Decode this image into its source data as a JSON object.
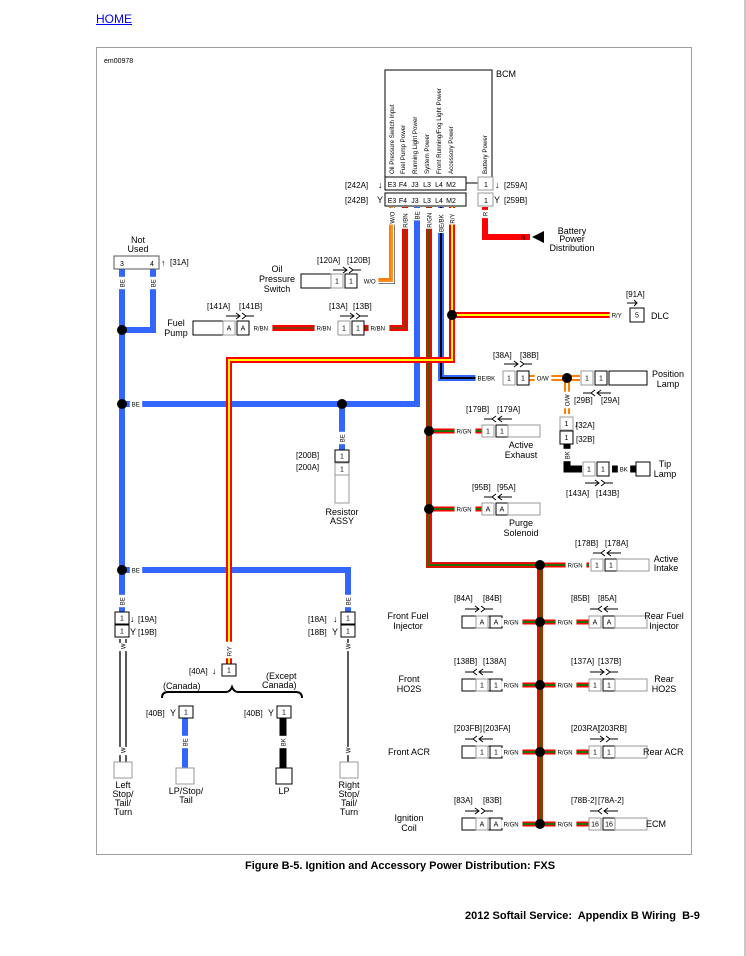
{
  "nav": {
    "home_label": "HOME"
  },
  "figure": {
    "id_label": "em00978",
    "caption": "Figure B-5. Ignition and Accessory Power Distribution: FXS",
    "footer": "2012 Softail Service:  Appendix B Wiring  B-9"
  },
  "colors": {
    "red": "#ff0000",
    "blue": "#3366ff",
    "orange": "#ff7f00",
    "green": "#008000",
    "yellow": "#ffff00",
    "brown": "#8b3a0f",
    "black": "#000000",
    "white": "#ffffff"
  },
  "bcm": {
    "title": "BCM",
    "functions": [
      "Oil Pressure Switch Input",
      "Fuel Pump Power",
      "Running Light Power",
      "System Power",
      "Front Running/Fog Light Power",
      "Accessory Power"
    ],
    "battery_function": "Battery Power",
    "pins": [
      "E3",
      "F4",
      "J3",
      "L3",
      "L4",
      "M2"
    ],
    "battery_pin": "1",
    "connector_a": "[242A]",
    "connector_b": "[242B]",
    "battery_connector_a": "[259A]",
    "battery_connector_b": "[259B]",
    "wires": [
      "W/O",
      "R/BN",
      "BE",
      "R/GN",
      "BE/BK",
      "R/Y"
    ],
    "battery_wire": "R"
  },
  "battery_power": {
    "label_lines": [
      "Battery",
      "Power",
      "Distribution"
    ],
    "wire": "R"
  },
  "not_used": {
    "label_lines": [
      "Not",
      "Used"
    ],
    "pins": [
      "3",
      "4"
    ],
    "connector": "[31A]",
    "wire": "BE"
  },
  "oil_pressure_switch": {
    "label_lines": [
      "Oil",
      "Pressure",
      "Switch"
    ],
    "connectors": [
      "[120A]",
      "[120B]"
    ],
    "pin": "1",
    "wire": "W/O"
  },
  "fuel_pump": {
    "label_lines": [
      "Fuel",
      "Pump"
    ],
    "connectors": [
      "[141A]",
      "[141B]"
    ],
    "pin": "A",
    "wire": "R/BN"
  },
  "inline_13": {
    "connectors": [
      "[13A]",
      "[13B]"
    ],
    "pin": "1",
    "wire": "R/BN"
  },
  "dlc": {
    "label": "DLC",
    "connector": "[91A]",
    "pin": "5",
    "wire": "R/Y"
  },
  "position_lamp": {
    "label_lines": [
      "Position",
      "Lamp"
    ],
    "connectors_38": [
      "[38A]",
      "[38B]"
    ],
    "connectors_29": [
      "[29B]",
      "[29A]"
    ],
    "pin": "1",
    "wire_in": "BE/BK",
    "wire_out": "O/W"
  },
  "tip_lamp": {
    "label_lines": [
      "Tip",
      "Lamp"
    ],
    "connectors_32": [
      "[32A]",
      "[32B]"
    ],
    "connectors_143": [
      "[143A]",
      "[143B]"
    ],
    "pin": "1",
    "wire_ow": "O/W",
    "wire": "BK"
  },
  "active_exhaust": {
    "label_lines": [
      "Active",
      "Exhaust"
    ],
    "connectors": [
      "[179B]",
      "[179A]"
    ],
    "pin": "1",
    "wire": "R/GN"
  },
  "purge_solenoid": {
    "label_lines": [
      "Purge",
      "Solenoid"
    ],
    "connectors": [
      "[95B]",
      "[95A]"
    ],
    "pin": "A",
    "wire": "R/GN"
  },
  "active_intake": {
    "label_lines": [
      "Active",
      "Intake"
    ],
    "connectors": [
      "[178B]",
      "[178A]"
    ],
    "pin": "1",
    "wire": "R/GN"
  },
  "resistor_assy": {
    "label_lines": [
      "Resistor",
      "ASSY"
    ],
    "connectors": [
      "[200B]",
      "[200A]"
    ],
    "pin": "1",
    "wire": "BE"
  },
  "front_fuel_injector": {
    "label_lines": [
      "Front Fuel",
      "Injector"
    ],
    "connectors": [
      "[84A]",
      "[84B]"
    ],
    "pin": "A",
    "wire": "R/GN"
  },
  "rear_fuel_injector": {
    "label_lines": [
      "Rear Fuel",
      "Injector"
    ],
    "connectors": [
      "[85B]",
      "[85A]"
    ],
    "pin": "A",
    "wire": "R/GN"
  },
  "front_ho2s": {
    "label_lines": [
      "Front",
      "HO2S"
    ],
    "connectors": [
      "[138B]",
      "[138A]"
    ],
    "pin": "1",
    "wire": "R/GN"
  },
  "rear_ho2s": {
    "label_lines": [
      "Rear",
      "HO2S"
    ],
    "connectors": [
      "[137A]",
      "[137B]"
    ],
    "pin": "1",
    "wire": "R/GN"
  },
  "front_acr": {
    "label": "Front ACR",
    "connectors": [
      "[203FB]",
      "[203FA]"
    ],
    "pin": "1",
    "wire": "R/GN"
  },
  "rear_acr": {
    "label": "Rear ACR",
    "connectors": [
      "[203RA]",
      "[203RB]"
    ],
    "pin": "1",
    "wire": "R/GN"
  },
  "ignition_coil": {
    "label_lines": [
      "Ignition",
      "Coil"
    ],
    "connectors": [
      "[83A]",
      "[83B]"
    ],
    "pin": "A",
    "wire": "R/GN"
  },
  "ecm": {
    "label": "ECM",
    "connectors": [
      "[78B-2]",
      "[78A-2]"
    ],
    "pin": "16",
    "wire": "R/GN"
  },
  "left_stop": {
    "label_lines": [
      "Left",
      "Stop/",
      "Tail/",
      "Turn"
    ],
    "connectors": [
      "[19A]",
      "[19B]"
    ],
    "pin": "1",
    "wire_in": "BE",
    "wire_out": "W"
  },
  "right_stop": {
    "label_lines": [
      "Right",
      "Stop/",
      "Tail/",
      "Turn"
    ],
    "connectors": [
      "[18A]",
      "[18B]"
    ],
    "pin": "1",
    "wire_in": "BE",
    "wire_out": "W"
  },
  "lp_40": {
    "connector_a": "[40A]",
    "connector_b": "[40B]",
    "pin": "1",
    "wire": "R/Y",
    "canada": "(Canada)",
    "except_lines": [
      "(Except",
      "Canada)"
    ]
  },
  "lp_stop_tail": {
    "label_lines": [
      "LP/Stop/",
      "Tail"
    ],
    "wire": "BE"
  },
  "lp": {
    "label": "LP",
    "wire": "BK"
  },
  "branch_wire_label": "BE"
}
